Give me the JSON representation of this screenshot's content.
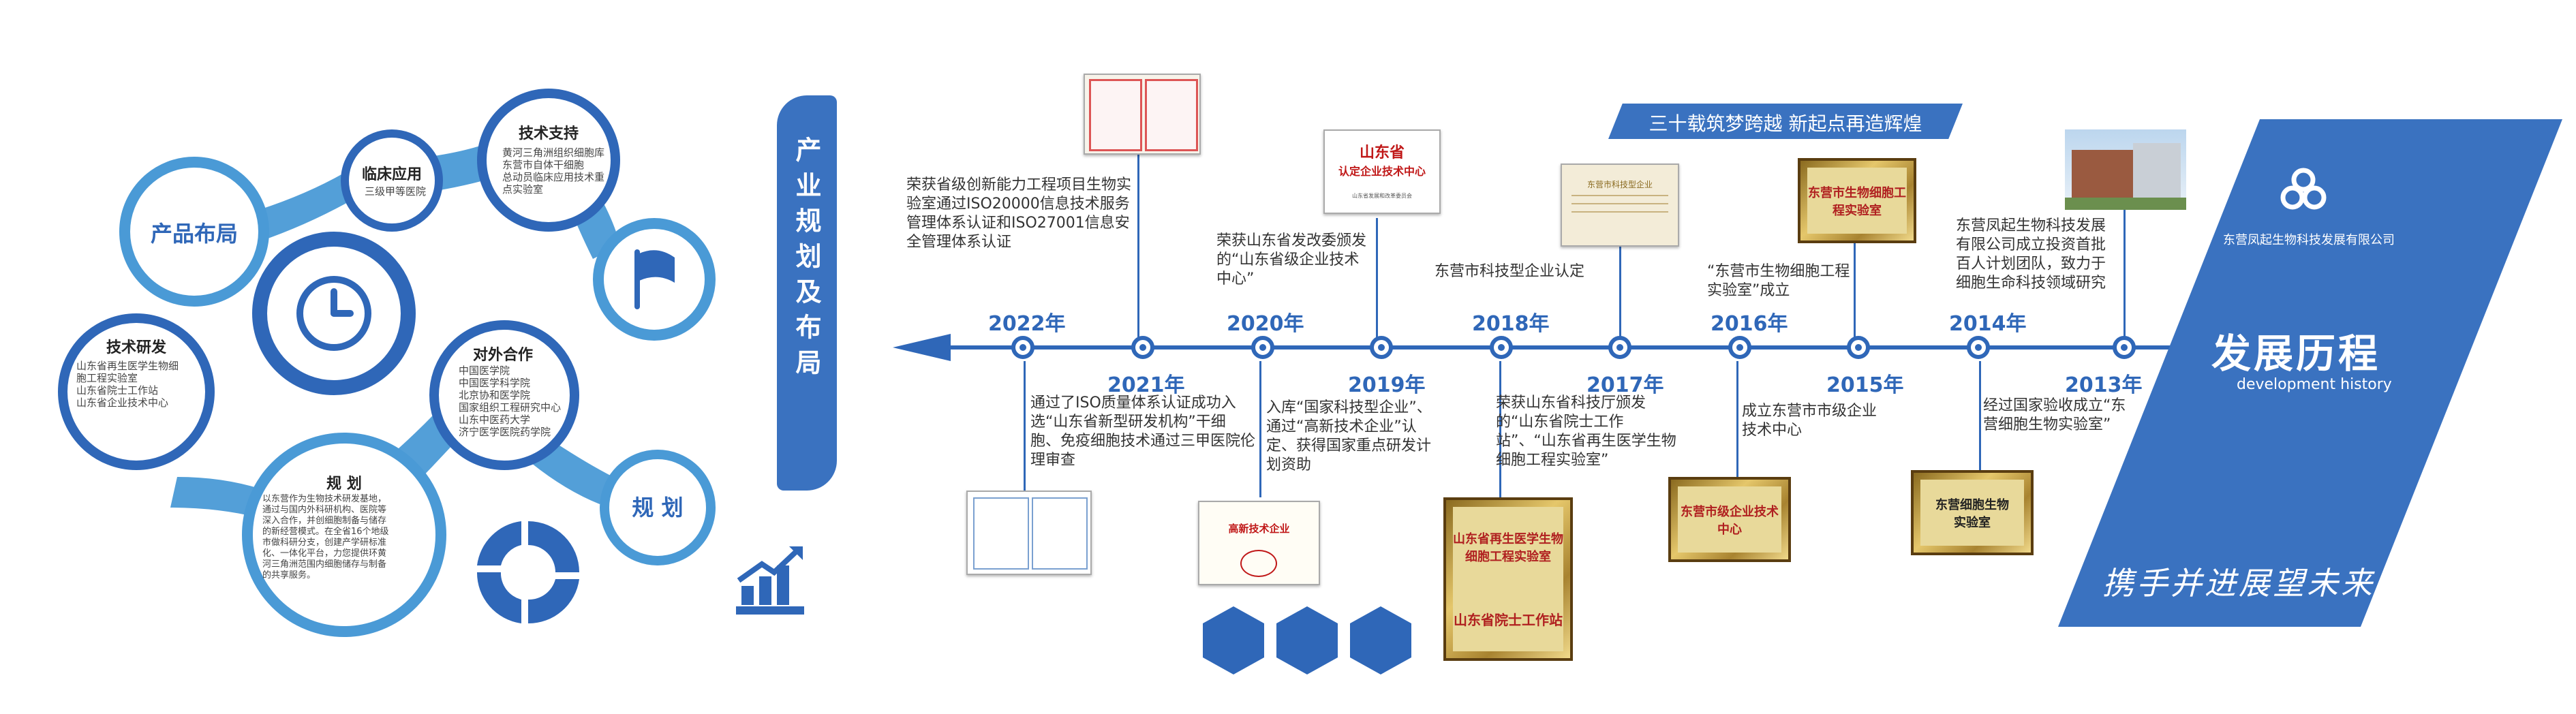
{
  "left": {
    "product_layout": "产品布局",
    "clinical": {
      "title": "临床应用",
      "text": "三级甲等医院"
    },
    "tech_support": {
      "title": "技术支持",
      "lines": [
        "黄河三角洲组织细胞库",
        "东营市自体干细胞",
        "总动员临床应用技术重",
        "点实验室"
      ]
    },
    "tech_rd": {
      "title": "技术研发",
      "lines": [
        "山东省再生医学生物细",
        "胞工程实验室",
        "山东省院士工作站",
        "山东省企业技术中心"
      ]
    },
    "cooperation": {
      "title": "对外合作",
      "lines": [
        "中国医学院",
        "中国医学科学院",
        "北京协和医学院",
        "国家组织工程研究中心",
        "山东中医药大学",
        "济宁医学医院药学院"
      ]
    },
    "planning": {
      "title": "规 划",
      "lines": [
        "以东营作为生物技术研发基地，",
        "通过与国内外科研机构、医院等",
        "深入合作，并创细胞制备与储存",
        "的新经营模式。在全省16个地级",
        "市做科研分支，创建产学研标准",
        "化、一体化平台，力您提供环黄",
        "河三角洲范围内细胞储存与制备",
        "的共享服务。"
      ]
    },
    "planning_label": "规 划"
  },
  "banner_vertical": "产业规划及布局",
  "slogan_banner": "三十载筑梦跨越 新起点再造辉煌",
  "right": {
    "company": "东营凤起生物科技发展有限公司",
    "title": "发展历程",
    "subtitle": "development history",
    "calligraphy": "携手并进展望未来"
  },
  "timeline": {
    "years_top": [
      "2022年",
      "2020年",
      "2018年",
      "2016年",
      "2014年"
    ],
    "years_bottom": [
      "2021年",
      "2019年",
      "2017年",
      "2015年",
      "2013年"
    ],
    "events": {
      "e2022": "荣获省级创新能力工程项目生物实验室通过ISO20000信息技术服务管理体系认证和ISO27001信息安全管理体系认证",
      "e2021": "通过了ISO质量体系认证成功入选“山东省新型研发机构”干细胞、免疫细胞技术通过三甲医院伦理审查",
      "e2020": "荣获山东省发改委颁发的“山东省级企业技术中心”",
      "e2019": "入库“国家科技型企业”、通过“高新技术企业”认定、获得国家重点研发计划资助",
      "e2018": "东营市科技型企业认定",
      "e2017": "荣获山东省科技厅颁发的“山东省院士工作站”、“山东省再生医学生物细胞工程实验室”",
      "e2016": "“东营市生物细胞工程实验室”成立",
      "e2015": "成立东营市市级企业技术中心",
      "e2014": "东营凤起生物科技发展有限公司成立投资首批百人计划团队，致力于细胞生命科技领域研究",
      "e2013": "经过国家验收成立“东营细胞生物实验室”"
    }
  },
  "certs": {
    "c2020": {
      "title": "山东省",
      "sub": "认定企业技术中心",
      "note": "山东省发展和改革委员会"
    },
    "c2016": "东营市生物细胞工程实验室",
    "c2017": {
      "title": "山东省再生医学生物细胞工程实验室",
      "sub": "山东省院士工作站"
    },
    "c2015": "东营市级企业技术中心",
    "c2013": {
      "title": "东营细胞生物",
      "sub": "实验室"
    },
    "c2018": "东营市科技型企业",
    "c2019": "高新技术企业"
  },
  "colors": {
    "accent": "#2f67b8",
    "dark_blue": "#1e4f9c",
    "light_blue": "#4a9ad6"
  }
}
